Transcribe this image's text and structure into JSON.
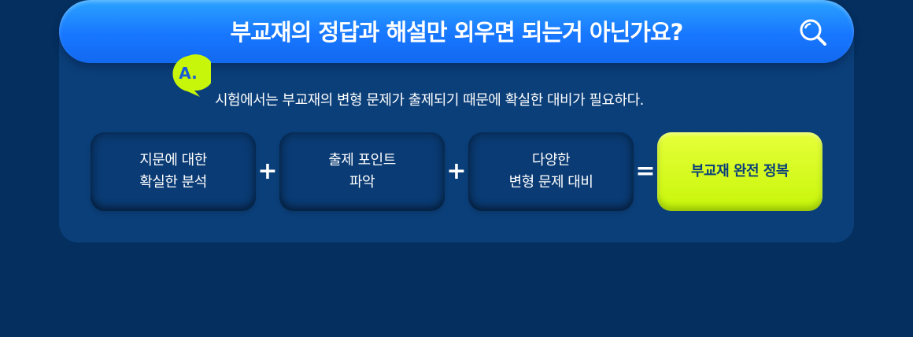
{
  "question": {
    "text": "부교재의 정답과 해설만 외우면 되는거 아닌가요?",
    "icon": "search-icon"
  },
  "answer": {
    "badge_label": "A.",
    "text": "시험에서는 부교재의 변형 문제가 출제되기 때문에 확실한 대비가 필요하다."
  },
  "formula": {
    "items": [
      {
        "line1": "지문에 대한",
        "line2": "확실한 분석"
      },
      {
        "line1": "출제 포인트",
        "line2": "파악"
      },
      {
        "line1": "다양한",
        "line2": "변형 문제 대비"
      }
    ],
    "plus_symbol": "+",
    "equals_symbol": "=",
    "result": {
      "line1": "부교재",
      "line2": "완전 정복"
    }
  },
  "colors": {
    "background": "#042f5e",
    "card": "#0b3f79",
    "question_bar": "#1877ff",
    "result_accent": "#d4fb1a",
    "badge": "#c8f60a"
  }
}
